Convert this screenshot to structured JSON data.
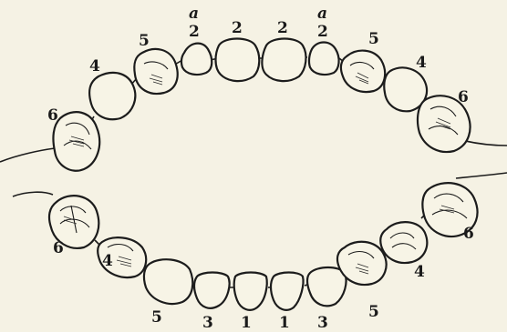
{
  "diagram": {
    "upper_jaw": {
      "labels_left_to_right": [
        "6",
        "4",
        "5",
        "2",
        "2",
        "2",
        "2",
        "5",
        "4",
        "6"
      ],
      "superscript_labels": [
        "a",
        "a"
      ]
    },
    "lower_jaw": {
      "labels_left_to_right": [
        "6",
        "4",
        "5",
        "3",
        "1",
        "1",
        "3",
        "5",
        "4",
        "6"
      ]
    }
  }
}
